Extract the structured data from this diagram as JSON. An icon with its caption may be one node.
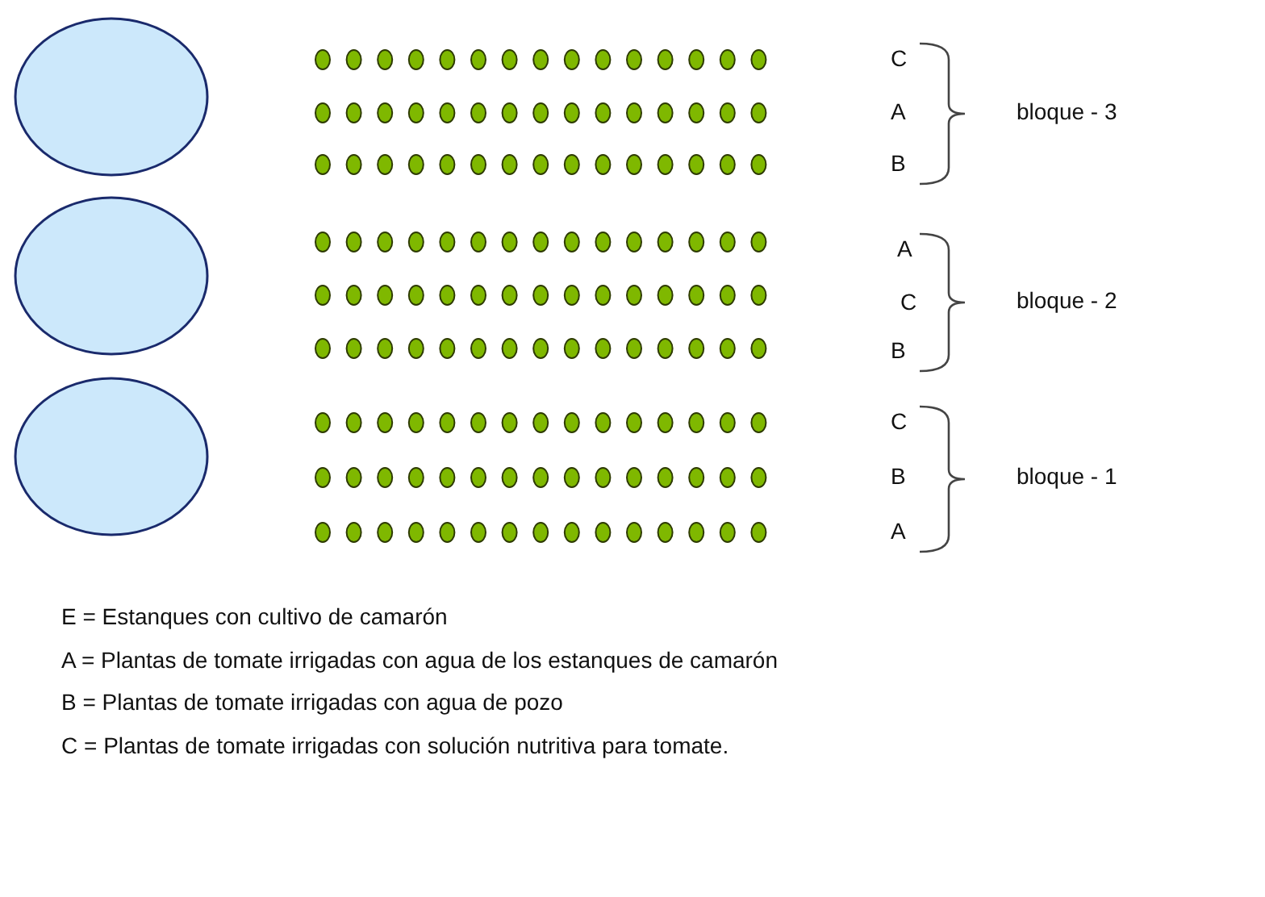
{
  "diagram": {
    "nodes": [
      {
        "text": [],
        "shape": "circle"
      },
      {
        "text": [],
        "shape": "circle"
      },
      {
        "text": [],
        "shape": "circle"
      }
    ],
    "labels": [
      "C",
      "A",
      "B",
      "bloque - 3",
      "A",
      "C",
      "B",
      "bloque - 2",
      "C",
      "B",
      "A",
      "bloque - 1",
      "E = Estanques con cultivo de camarón",
      "A = Plantas de tomate irrigadas con agua de los estanques de camarón",
      "B = Plantas de tomate irrigadas con agua de pozo",
      "C = Plantas de tomate irrigadas con solución nutritiva para tomate."
    ]
  }
}
